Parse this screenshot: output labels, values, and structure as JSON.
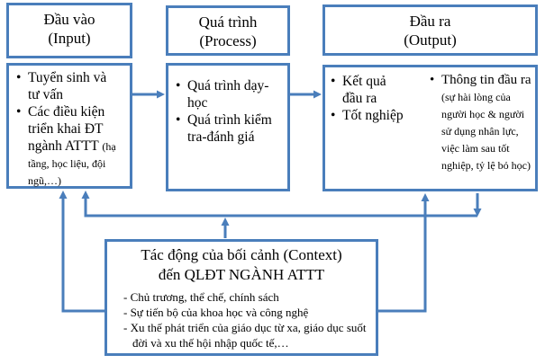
{
  "glyphs": {
    "bullet": "•"
  },
  "colors": {
    "line_blue": "#4a7ebb",
    "text": "#000000",
    "background": "#ffffff"
  },
  "input": {
    "title": "Đầu vào",
    "subtitle": "(Input)",
    "items": [
      {
        "text": "Tuyển sinh và tư vấn",
        "note": ""
      },
      {
        "text": "Các điều kiện triển khai ĐT ngành ATTT",
        "note": "(hạ tầng, học liệu, đội ngũ,…)"
      }
    ]
  },
  "process": {
    "title": "Quá trình",
    "subtitle": "(Process)",
    "items": [
      {
        "text": "Quá trình dạy-học"
      },
      {
        "text": "Quá trình kiểm tra-đánh giá"
      }
    ]
  },
  "output": {
    "title": "Đầu ra",
    "subtitle": "(Output)",
    "left_items": [
      {
        "text": "Kết quả đầu ra"
      },
      {
        "text": "Tốt nghiệp"
      }
    ],
    "right_items": [
      {
        "text": "Thông tin đầu ra",
        "note": "(sự hài lòng của người học & người sử dụng nhân lực, việc làm sau tốt nghiệp, tỷ lệ bỏ học)"
      }
    ]
  },
  "context": {
    "title_line1": "Tác động của bối cảnh (Context)",
    "title_line2": "đến QLĐT NGÀNH ATTT",
    "items": [
      "- Chủ trương, thể chế, chính sách",
      "- Sự tiến bộ của khoa học và công nghệ",
      "- Xu thế phát triển của giáo dục từ xa, giáo dục suốt đời và xu thế hội nhập quốc tế,…"
    ]
  }
}
